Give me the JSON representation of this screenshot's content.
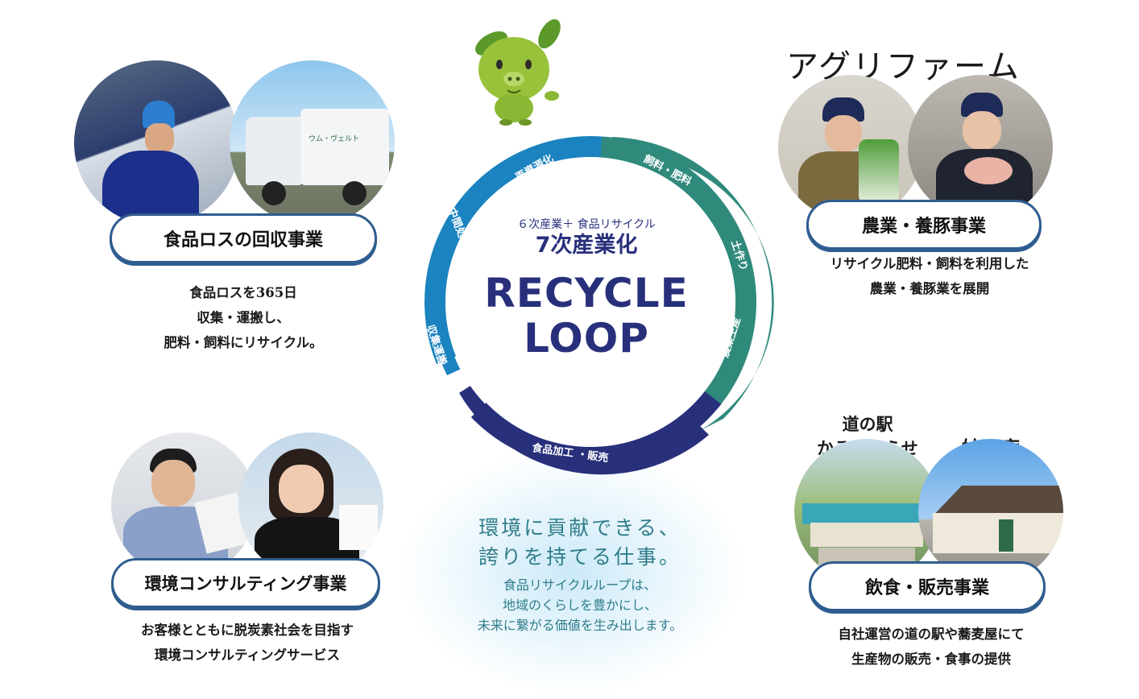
{
  "colors": {
    "loop_blue_light": "#1b83bf",
    "loop_green": "#2f8a7c",
    "loop_navy": "#28307c",
    "pill_border": "#2f5d8f",
    "headline": "#2f7d8a"
  },
  "loop": {
    "subtitle": "６次産業＋ 食品リサイクル",
    "subtitle_main": "7次産業化",
    "title_line1": "RECYCLE",
    "title_line2": "LOOP",
    "segments": [
      "再資源化",
      "飼料・肥料",
      "土作り",
      "農業生産",
      "食品加工 ・販売",
      "収集運搬",
      "中間処理"
    ]
  },
  "mascot": {
    "icon": "pig-leaf-mascot-icon"
  },
  "businesses": {
    "food_loss": {
      "title": "食品ロスの回収事業",
      "desc": [
        "食品ロスを365日",
        "収集・運搬し、",
        "肥料・飼料にリサイクル。"
      ]
    },
    "agri": {
      "heading": "アグリファーム",
      "title": "農業・養豚事業",
      "desc": [
        "リサイクル肥料・飼料を利用した",
        "農業・養豚業を展開"
      ]
    },
    "consulting": {
      "title": "環境コンサルティング事業",
      "desc": [
        "お客様とともに脱炭素社会を目指す",
        "環境コンサルティングサービス"
      ]
    },
    "restaurant": {
      "label_station": [
        "道の駅",
        "かぞわたらせ"
      ],
      "label_soba": "妙月庵",
      "title": "飲食・販売事業",
      "desc": [
        "自社運営の道の駅や蕎麦屋にて",
        "生産物の販売・食事の提供"
      ]
    }
  },
  "message": {
    "headline": [
      "環境に貢献できる、",
      "誇りを持てる仕事。"
    ],
    "body": [
      "食品リサイクルループは、",
      "地域のくらしを豊かにし、",
      "未来に繋がる価値を生み出します。"
    ]
  },
  "truck_text": "ウム・ヴェルト"
}
